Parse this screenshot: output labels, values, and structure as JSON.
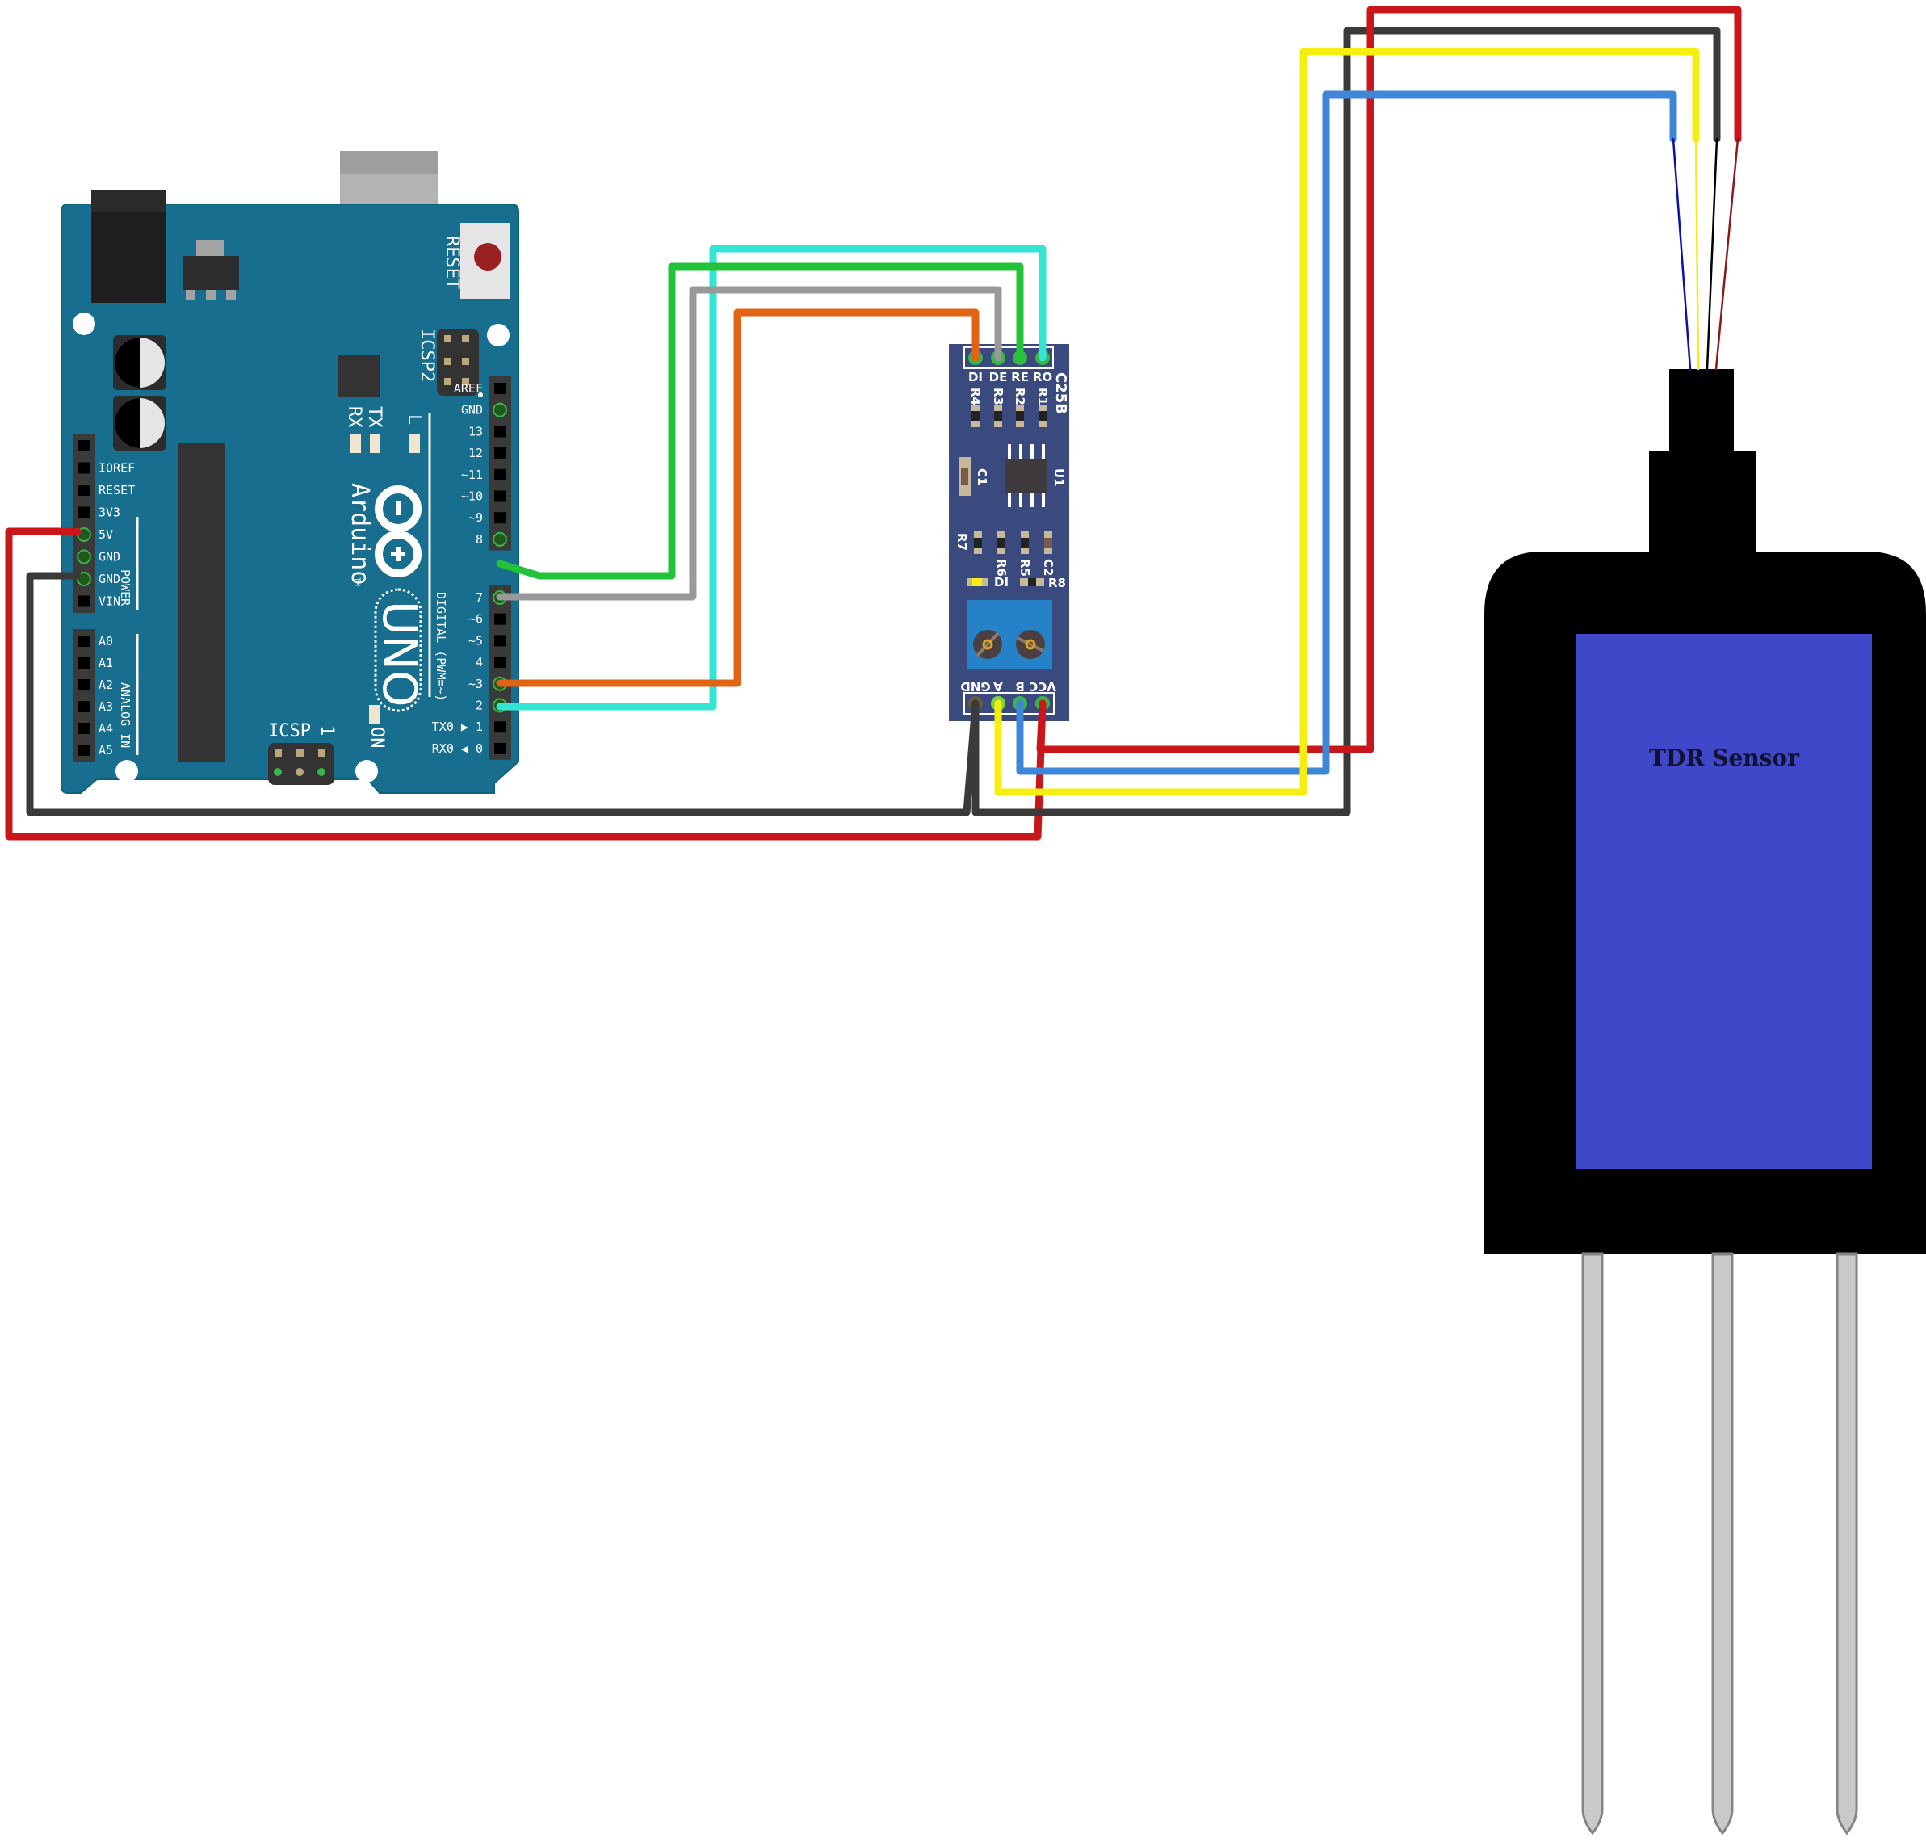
{
  "diagram": {
    "title": "Arduino UNO + RS485 module + TDR soil sensor wiring",
    "arduino": {
      "name": "Arduino",
      "model": "UNO",
      "reset_label": "RESET",
      "icsp2_label": "ICSP2",
      "icsp_label": "ICSP",
      "icsp_pin1_label": "1",
      "on_label": "ON",
      "rx_label": "RX",
      "tx_label": "TX",
      "l_label": "L",
      "digital_label": "DIGITAL (PWM=~)",
      "power_label": "POWER",
      "analog_label": "ANALOG IN",
      "tm": "TM",
      "power_pins": [
        "IOREF",
        "RESET",
        "3V3",
        "5V",
        "GND",
        "GND",
        "VIN"
      ],
      "analog_pins": [
        "A0",
        "A1",
        "A2",
        "A3",
        "A4",
        "A5"
      ],
      "digital_pins_top": [
        "AREF",
        "GND",
        "13",
        "12",
        "~11",
        "~10",
        "~9",
        "8"
      ],
      "digital_pins_bottom": [
        "7",
        "~6",
        "~5",
        "4",
        "~3",
        "2",
        "TX0 ▶ 1",
        "RX0 ◀ 0"
      ]
    },
    "rs485": {
      "chip_label": "C25B",
      "top_pins": [
        "DI",
        "DE",
        "RE",
        "RO"
      ],
      "resistors_top": [
        "R4",
        "R3",
        "R2",
        "R1"
      ],
      "c1": "C1",
      "u1": "U1",
      "r7": "R7",
      "resistors_mid": [
        "R6",
        "R5",
        "C2"
      ],
      "led_label": "DI",
      "r8": "R8",
      "bottom_pins": [
        "GND",
        "A",
        "B",
        "VCC"
      ]
    },
    "sensor": {
      "label": "TDR Sensor"
    },
    "colors": {
      "board": "#176E8F",
      "module": "#3A4A7E",
      "sensor_body": "#000000",
      "sensor_panel": "#3E48C9",
      "wire_red": "#C8161B",
      "wire_black": "#3A3A3A",
      "wire_yellow": "#F5EE0F",
      "wire_blue": "#3D86D8",
      "wire_green": "#22C33A",
      "wire_gray": "#999999",
      "wire_orange": "#E06414",
      "wire_cyan": "#33E5D2"
    },
    "connections": [
      {
        "from": "Arduino 5V",
        "to": "RS485 VCC",
        "color": "red"
      },
      {
        "from": "Arduino GND",
        "to": "RS485 GND",
        "color": "black"
      },
      {
        "from": "Arduino D8",
        "to": "RS485 RE",
        "color": "green"
      },
      {
        "from": "Arduino D7",
        "to": "RS485 DE",
        "color": "gray"
      },
      {
        "from": "Arduino D3",
        "to": "RS485 DI",
        "color": "orange"
      },
      {
        "from": "Arduino D2",
        "to": "RS485 RO",
        "color": "cyan"
      },
      {
        "from": "RS485 VCC",
        "to": "TDR Sensor VCC",
        "color": "red"
      },
      {
        "from": "RS485 GND",
        "to": "TDR Sensor GND",
        "color": "black"
      },
      {
        "from": "RS485 A",
        "to": "TDR Sensor A",
        "color": "yellow"
      },
      {
        "from": "RS485 B",
        "to": "TDR Sensor B",
        "color": "blue"
      }
    ]
  }
}
